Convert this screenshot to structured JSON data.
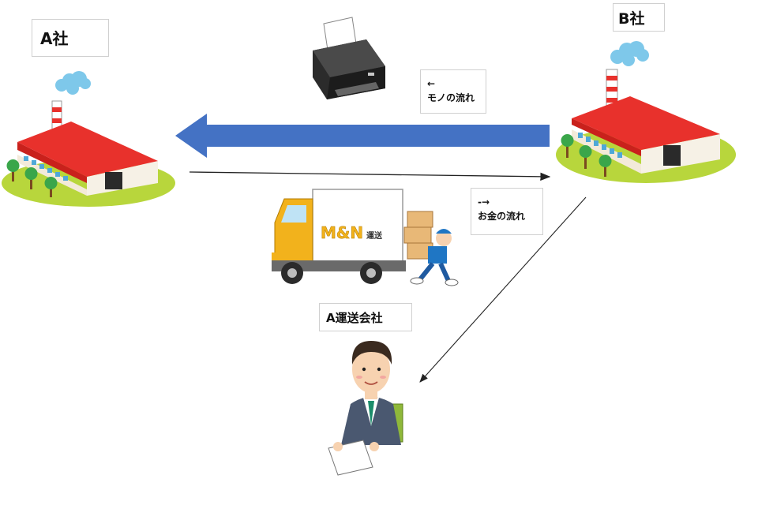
{
  "company_a": {
    "label": "A社"
  },
  "company_b": {
    "label": "B社"
  },
  "goods_flow": {
    "arrow": "←",
    "label": "モノの流れ"
  },
  "money_flow": {
    "arrow": "-→",
    "label": "お金の流れ"
  },
  "transport_company": {
    "label": "A運送会社"
  },
  "truck": {
    "logo": "M&N",
    "logo_suffix": "運送"
  },
  "colors": {
    "goods_arrow": "#4472c4",
    "roof": "#e8312c",
    "grass": "#b8d63c",
    "truck_body": "#f2b21c"
  }
}
